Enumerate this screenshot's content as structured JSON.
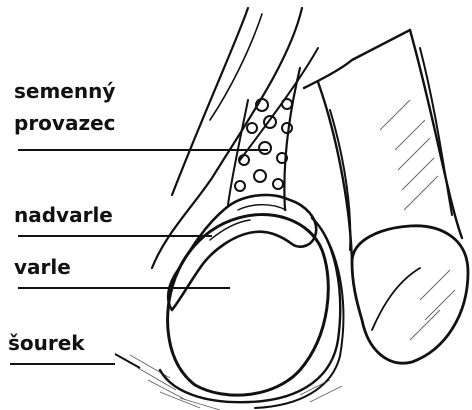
{
  "labels": {
    "spermatic_cord": "semenný",
    "spermatic_cord_line2": "provazec",
    "epididymis": "nadvarle",
    "testis": "varle",
    "scrotum": "šourek"
  }
}
